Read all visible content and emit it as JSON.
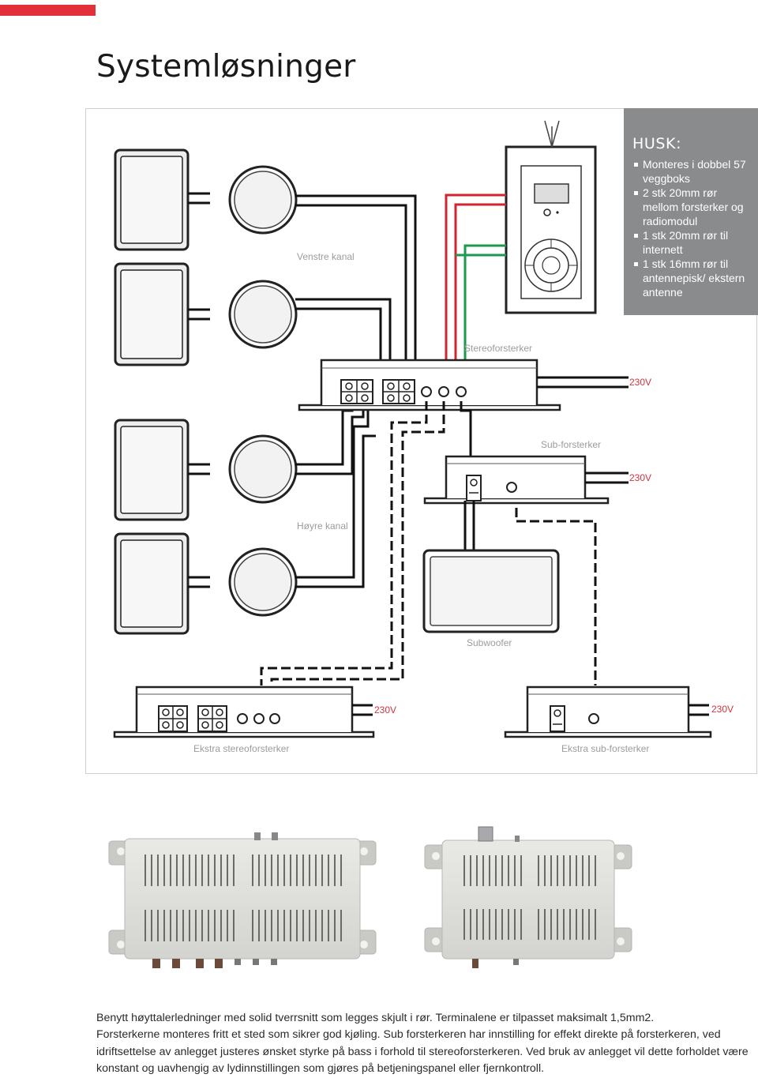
{
  "page": {
    "title": "Systemløsninger"
  },
  "husk": {
    "title": "HUSK:",
    "items": [
      "Monteres i dobbel 57 veggboks",
      "2 stk 20mm rør mellom forsterker og radiomodul",
      "1 stk 20mm rør til internett",
      "1 stk 16mm rør til antennepisk/ ekstern antenne"
    ]
  },
  "diagram": {
    "left_channel": "Venstre kanal",
    "right_channel": "Høyre kanal",
    "stereo_amp": "Stereoforsterker",
    "sub_amp": "Sub-forsterker",
    "subwoofer": "Subwoofer",
    "extra_stereo_amp": "Ekstra stereoforsterker",
    "extra_sub_amp": "Ekstra sub-forsterker",
    "power": "230V"
  },
  "colors": {
    "accent": "#e2303a",
    "husk_bg": "#8a8b8d",
    "wire": "#1a1a1a",
    "wire_red": "#d2232f",
    "wire_green": "#1a9a4a"
  },
  "footer": {
    "line1": "Benytt høyttalerledninger med solid tverrsnitt som legges skjult i rør. Terminalene er tilpasset maksimalt 1,5mm2.",
    "line2": "Forsterkerne monteres fritt et sted som sikrer god kjøling. Sub forsterkeren har innstilling for effekt direkte på forsterkeren, ved idriftsettelse av anlegget justeres ønsket styrke på bass i forhold til stereoforsterkeren. Ved bruk av anlegget vil dette forholdet være konstant og uavhengig av lydinnstillingen som gjøres på betjeningspanel eller fjernkontroll."
  }
}
